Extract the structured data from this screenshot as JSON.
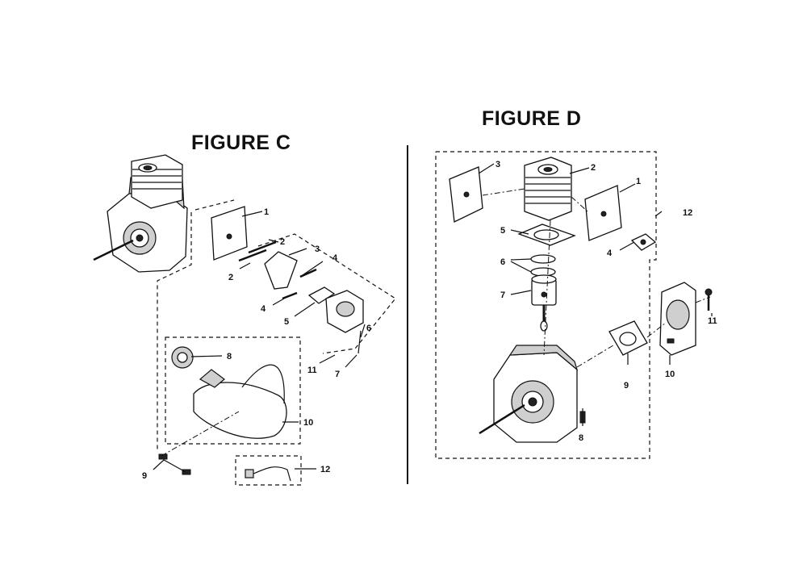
{
  "figure_c": {
    "title": "FIGURE C",
    "callouts": [
      "1",
      "2",
      "2",
      "3",
      "4",
      "4",
      "5",
      "6",
      "7",
      "8",
      "9",
      "10",
      "11",
      "12"
    ]
  },
  "figure_d": {
    "title": "FIGURE D",
    "callouts": [
      "1",
      "2",
      "3",
      "4",
      "5",
      "6",
      "7",
      "8",
      "9",
      "10",
      "11",
      "12"
    ]
  }
}
